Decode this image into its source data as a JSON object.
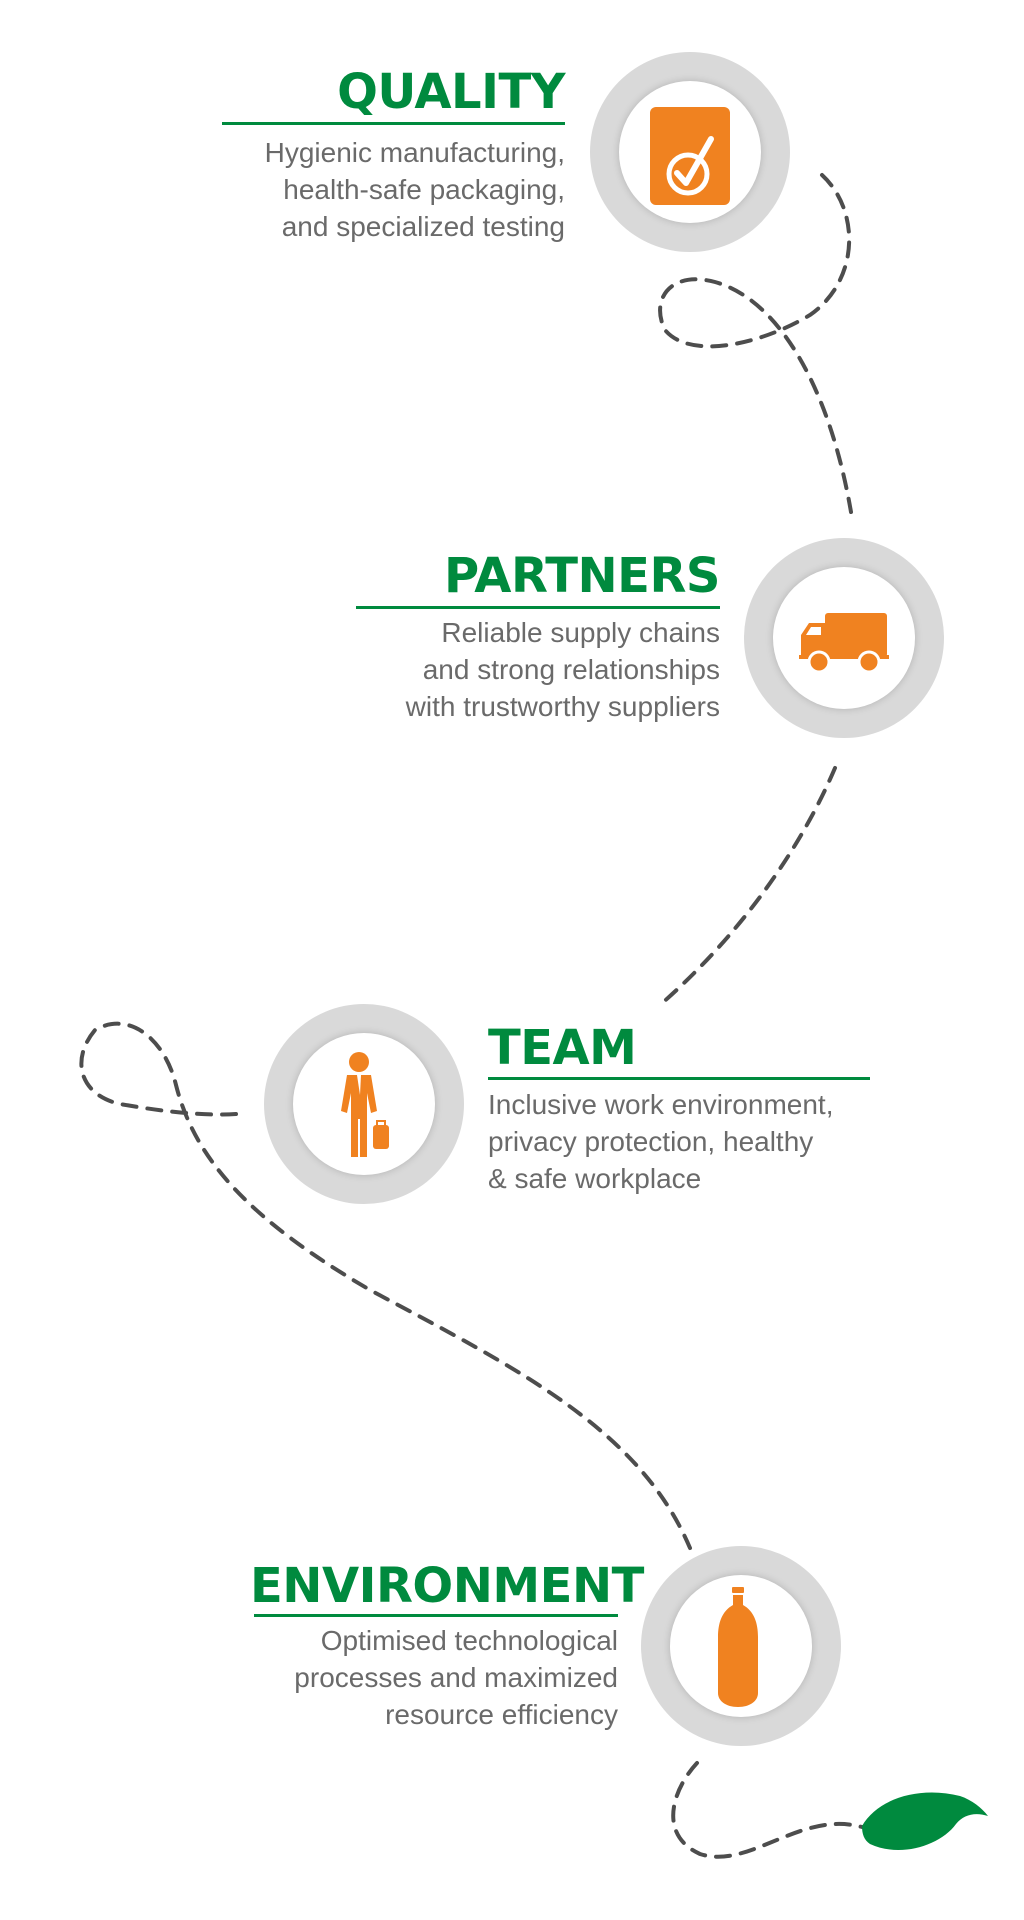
{
  "colors": {
    "heading_green": "#008a3e",
    "accent_orange": "#f08220",
    "ring_gray": "#d9d9d9",
    "text_gray": "#6a6a6a",
    "path_gray": "#4d4d4d",
    "leaf_green": "#008a3e"
  },
  "items": [
    {
      "heading": "QUALITY",
      "description": [
        "Hygienic manufacturing,",
        "health-safe packaging,",
        "and specialized testing"
      ],
      "icon": "clipboard-check-icon"
    },
    {
      "heading": "PARTNERS",
      "description": [
        "Reliable supply chains",
        "and strong relationships",
        "with trustworthy suppliers"
      ],
      "icon": "delivery-truck-icon"
    },
    {
      "heading": "TEAM",
      "description": [
        "Inclusive work environment,",
        "privacy protection, healthy",
        "& safe workplace"
      ],
      "icon": "businessman-icon"
    },
    {
      "heading": "ENVIRONMENT",
      "description": [
        "Optimised technological",
        "processes and maximized",
        "resource efficiency"
      ],
      "icon": "bottle-icon"
    }
  ],
  "decorations": {
    "end_icon": "leaf-icon",
    "path_style": "dashed"
  }
}
